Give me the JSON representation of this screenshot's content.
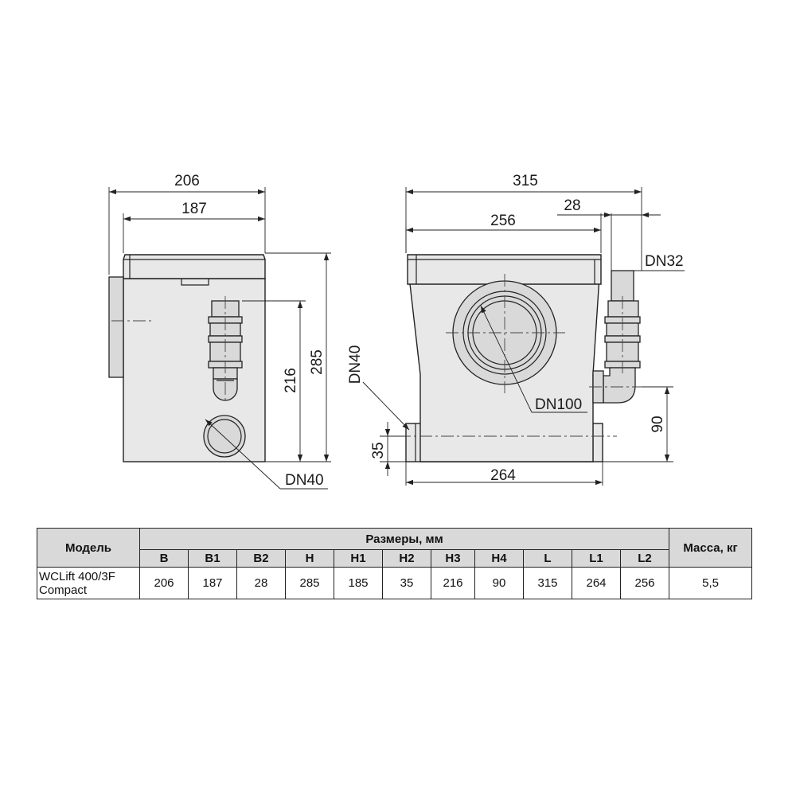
{
  "drawing": {
    "side_view": {
      "dim_top_outer": "206",
      "dim_top_inner": "187",
      "dim_height_total": "285",
      "dim_height_inlet": "216",
      "label_outlet": "DN40"
    },
    "front_view": {
      "dim_length_total": "315",
      "dim_length_lid": "256",
      "dim_pipe_offset": "28",
      "dim_base": "264",
      "dim_height_side": "90",
      "dim_height_low": "35",
      "label_pipe_top": "DN32",
      "label_main_inlet": "DN100",
      "label_side_inlet": "DN40"
    }
  },
  "table": {
    "header_model": "Модель",
    "header_dimensions": "Размеры, мм",
    "header_mass": "Масса, кг",
    "columns": [
      "B",
      "B1",
      "B2",
      "H",
      "H1",
      "H2",
      "H3",
      "H4",
      "L",
      "L1",
      "L2"
    ],
    "rows": [
      {
        "model_line1": "WCLift 400/3F",
        "model_line2": "Compact",
        "values": [
          "206",
          "187",
          "28",
          "285",
          "185",
          "35",
          "216",
          "90",
          "315",
          "264",
          "256"
        ],
        "mass": "5,5"
      }
    ]
  }
}
